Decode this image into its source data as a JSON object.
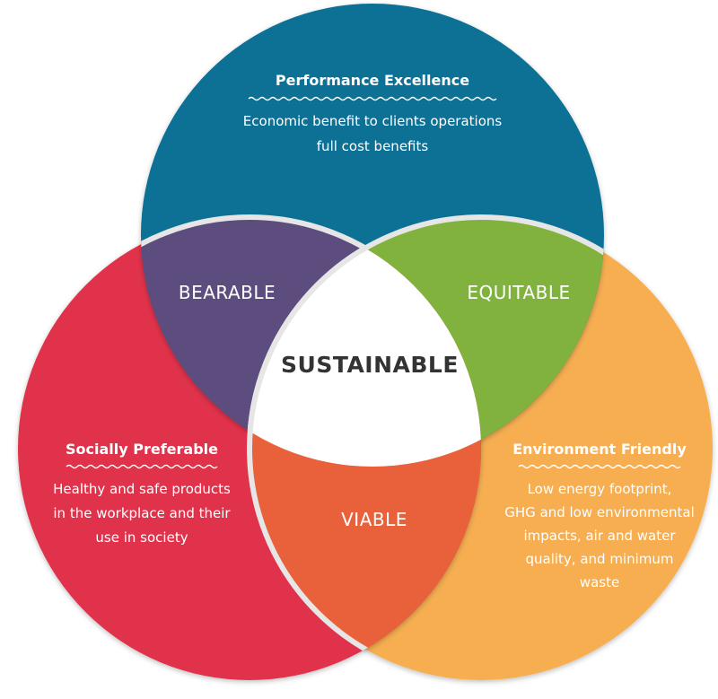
{
  "colors": {
    "top_circle": "#0b7196",
    "left_circle": "#e1304c",
    "right_circle": "#f6ae51",
    "bearable": "#5c4d7e",
    "equitable": "#80b23d",
    "viable": "#e8613a",
    "center": "#ffffff",
    "text_light": "#ffffff",
    "text_dark": "#333333"
  },
  "circles": {
    "top": {
      "title": "Performance Excellence",
      "lines": [
        "Economic benefit to clients operations",
        "full cost benefits"
      ]
    },
    "left": {
      "title": "Socially Preferable",
      "lines": [
        "Healthy and safe products",
        "in the workplace and their",
        "use in society"
      ]
    },
    "right": {
      "title": "Environment Friendly",
      "lines": [
        "Low energy footprint,",
        "GHG and low environmental",
        "impacts, air and water",
        "quality, and minimum",
        "waste"
      ]
    }
  },
  "overlaps": {
    "bearable": "BEARABLE",
    "equitable": "EQUITABLE",
    "viable": "VIABLE",
    "center": "SUSTAINABLE"
  }
}
